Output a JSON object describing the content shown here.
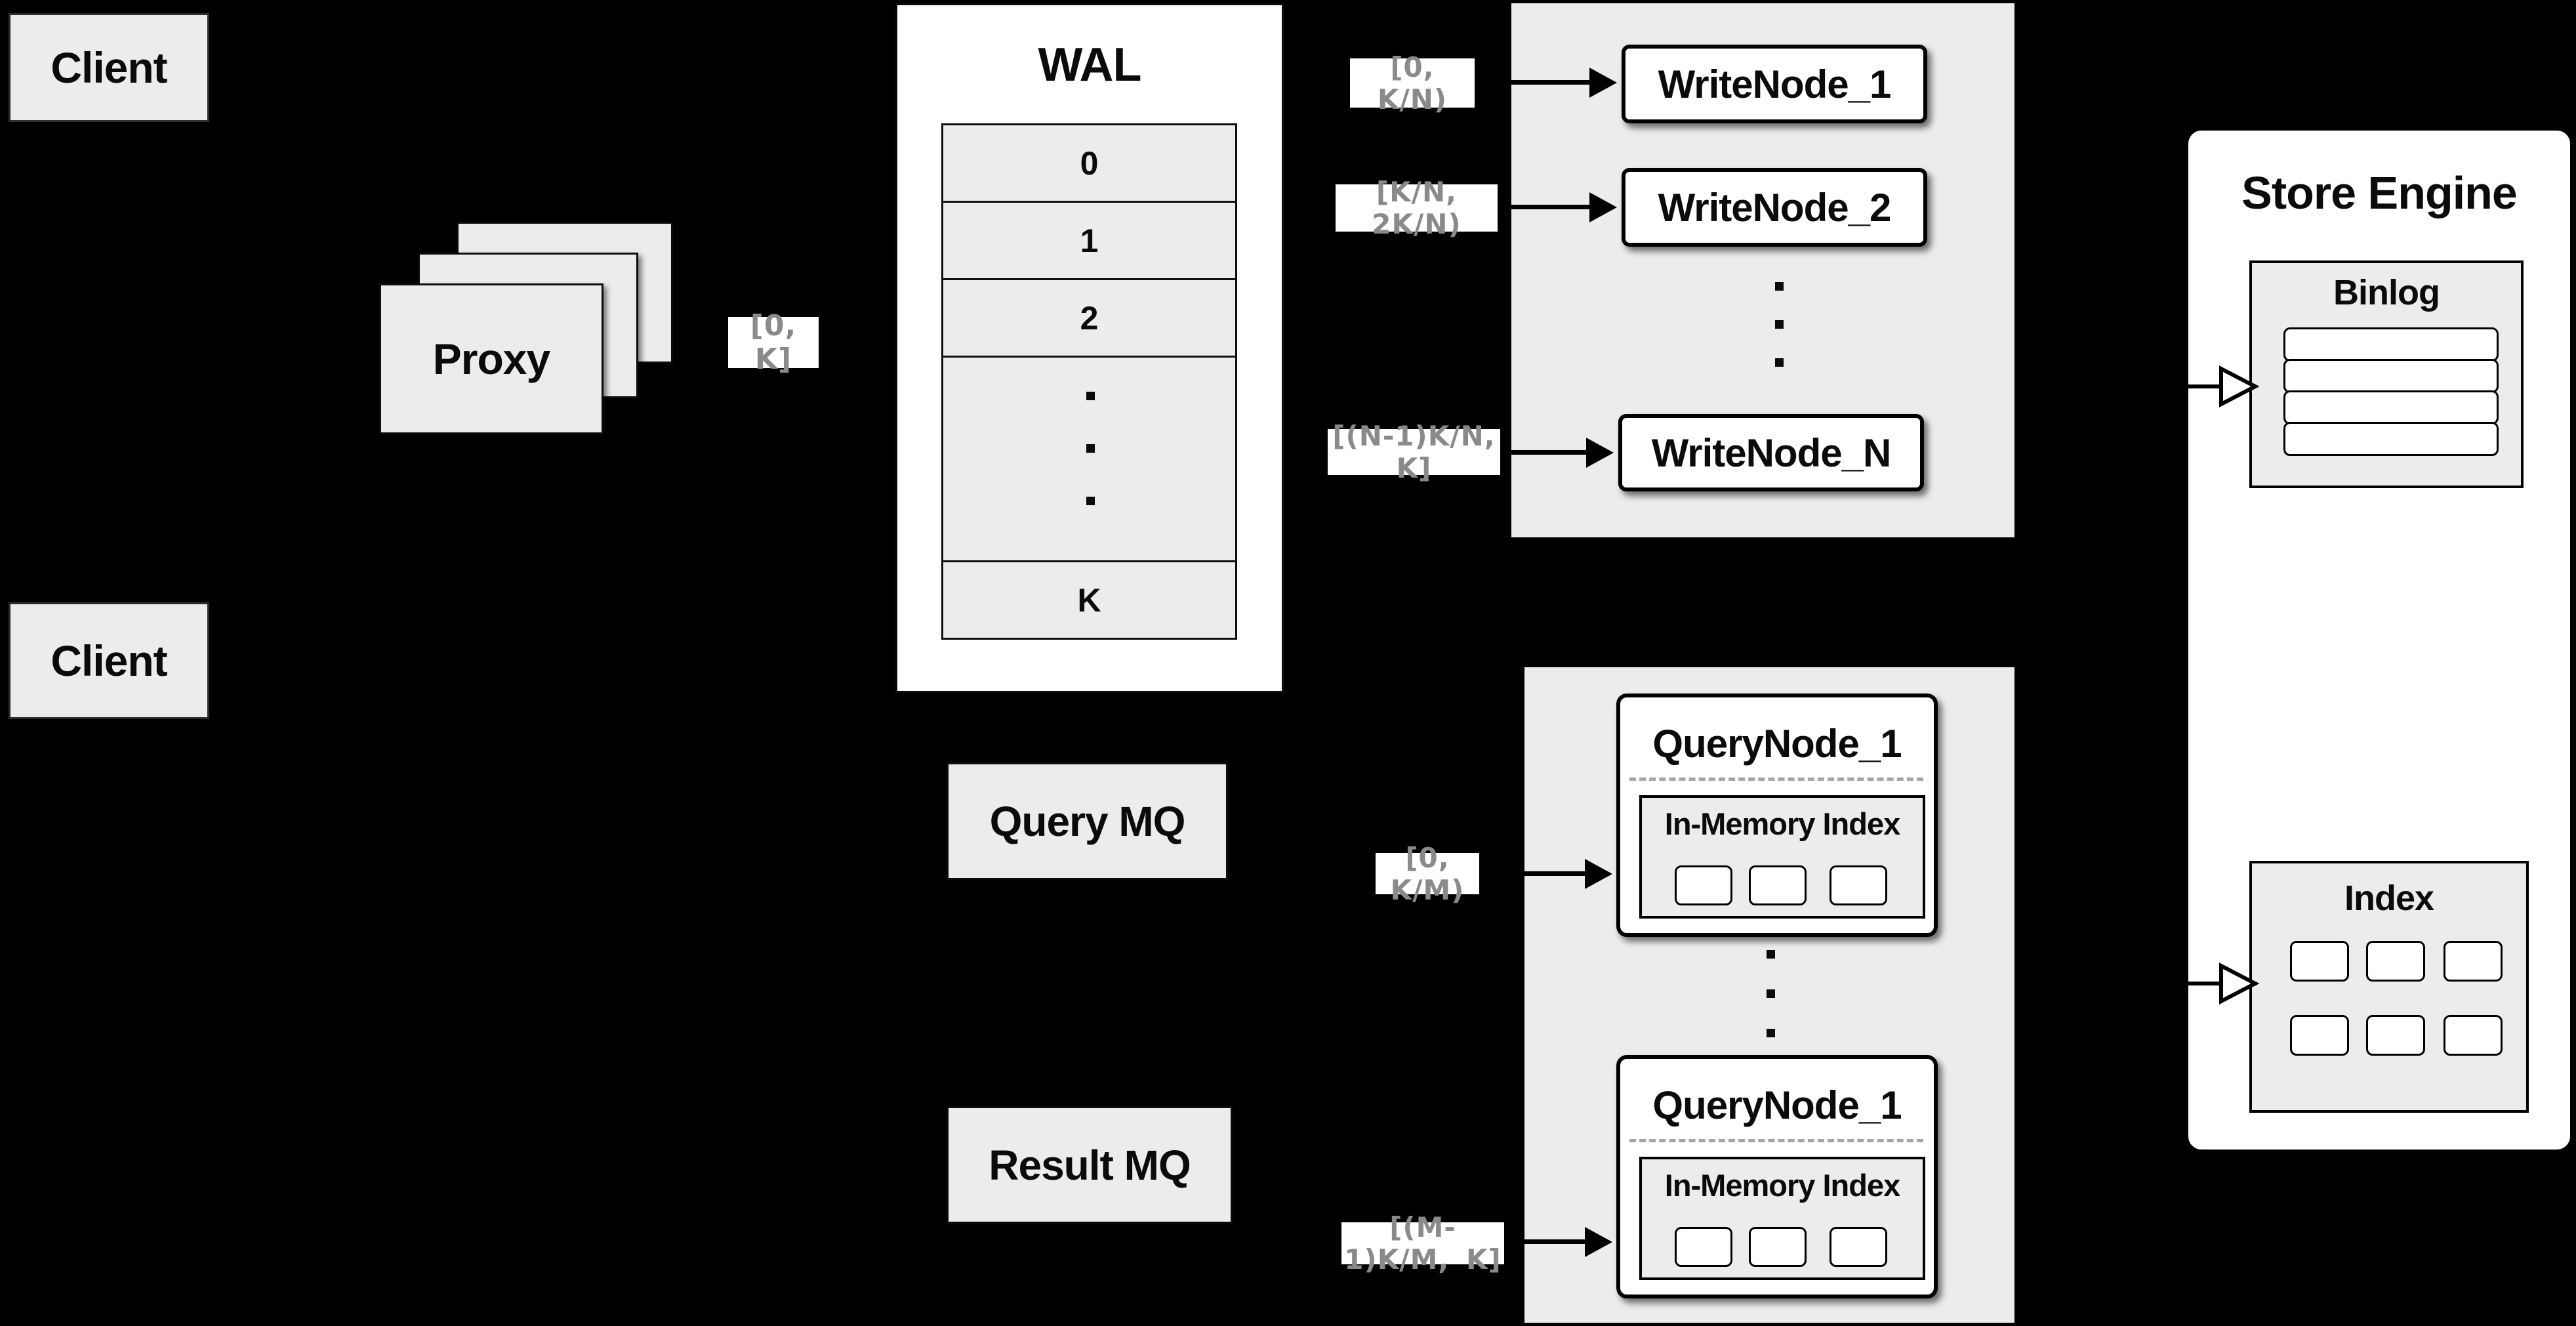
{
  "diagram": {
    "clients": {
      "top": "Client",
      "bottom": "Client"
    },
    "proxy": {
      "label": "Proxy"
    },
    "wal": {
      "title": "WAL",
      "rows": [
        "0",
        "1",
        "2",
        "K"
      ]
    },
    "ranges": {
      "proxy_to_wal": "[0, K]",
      "write_1": "[0, K/N)",
      "write_2": "[K/N, 2K/N)",
      "write_n": "[(N-1)K/N, K]",
      "query_1": "[0, K/M)",
      "query_m": "[(M-1)K/M, K]"
    },
    "write_nodes": [
      "WriteNode_1",
      "WriteNode_2",
      "WriteNode_N"
    ],
    "store_engine": {
      "title": "Store Engine",
      "binlog": "Binlog",
      "index": "Index"
    },
    "queues": {
      "query": "Query MQ",
      "result": "Result MQ"
    },
    "query_nodes": {
      "top": {
        "title": "QueryNode_1",
        "inner": "In-Memory Index"
      },
      "bottom": {
        "title": "QueryNode_1",
        "inner": "In-Memory Index"
      }
    },
    "colors": {
      "background": "#000000",
      "panel_fill": "#ececec",
      "box_fill": "#ffffff",
      "border": "#000000",
      "range_label_text": "#8a8a8a"
    }
  }
}
